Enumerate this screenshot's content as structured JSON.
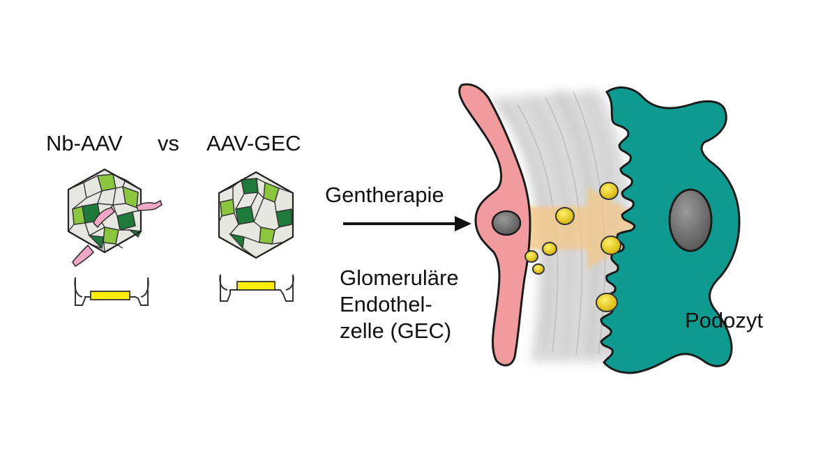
{
  "labels": {
    "nb_aav": "Nb-AAV",
    "vs": "vs",
    "aav_gec": "AAV-GEC",
    "gentherapie": "Gentherapie",
    "glomerular_line1": "Glomeruläre",
    "glomerular_line2": "Endothel-",
    "glomerular_line3": "zelle (GEC)",
    "podozyt": "Podozyt"
  },
  "colors": {
    "capsid_fill": "#e6e7e0",
    "capsid_light_green": "#8cc63f",
    "capsid_dark_green": "#1e7a3a",
    "nanobody_pink": "#eea7c4",
    "transgene_yellow": "#ffee00",
    "endothelial_pink": "#f19b9e",
    "podocyte_teal": "#0f9a90",
    "nucleus_gray": "#6d6d6d",
    "particle_yellow": "#e2c200",
    "transfer_arrow": "#f2c88a",
    "basement_membrane": "#cfcfcf"
  },
  "icons": {
    "capsid": "icosahedral-capsid-icon",
    "nanobody": "nanobody-icon",
    "genome": "vector-genome-icon",
    "arrow": "right-arrow-icon"
  }
}
